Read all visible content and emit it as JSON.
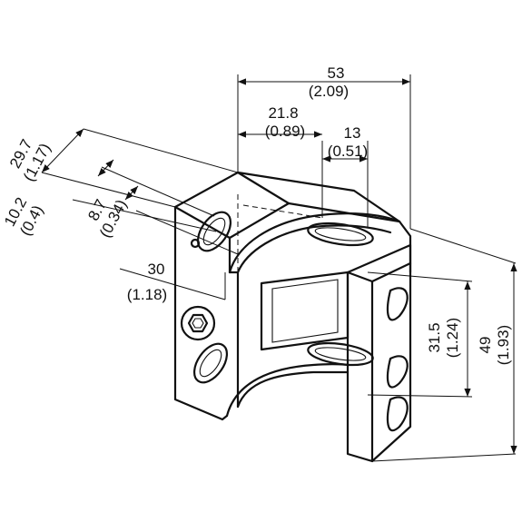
{
  "dimensions": {
    "width_total": {
      "mm": "53",
      "in": "(2.09)"
    },
    "width_slot": {
      "mm": "21.8",
      "in": "(0.89)"
    },
    "slot_length": {
      "mm": "13",
      "in": "(0.51)"
    },
    "depth_total": {
      "mm": "29.7",
      "in": "(1.17)"
    },
    "depth_offset": {
      "mm": "10.2",
      "in": "(0.4)"
    },
    "depth_slot": {
      "mm": "8.7",
      "in": "(0.34)"
    },
    "side_offset": {
      "mm": "30",
      "in": "(1.18)"
    },
    "height_slots": {
      "mm": "31.5",
      "in": "(1.24)"
    },
    "height_total": {
      "mm": "49",
      "in": "(1.93)"
    }
  }
}
